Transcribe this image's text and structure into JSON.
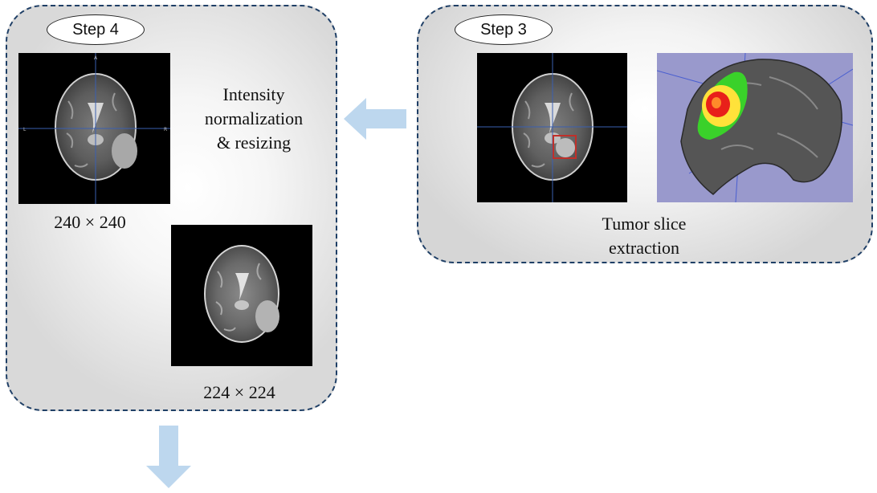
{
  "step4": {
    "label": "Step 4",
    "description": "Intensity normalization & resizing",
    "desc_line1": "Intensity",
    "desc_line2": "normalization",
    "desc_line3": "& resizing",
    "size_original": "240 × 240",
    "size_resized": "224 × 224",
    "axis_marks": {
      "top": "A",
      "left": "L",
      "right": "R"
    }
  },
  "step3": {
    "label": "Step 3",
    "caption_line1": "Tumor slice",
    "caption_line2": "extraction"
  },
  "colors": {
    "panel_border": "#1f3f66",
    "arrow": "#bdd7ee",
    "crosshair": "#3a5fb0",
    "roi_box": "#c0302a",
    "render_background": "#9999cc",
    "tumor_core": "#e8201a",
    "tumor_edema": "#ffe23a",
    "tumor_outer": "#3ad12a"
  },
  "icons": {
    "left_arrow": "arrow-left-icon",
    "down_arrow": "arrow-down-icon"
  }
}
